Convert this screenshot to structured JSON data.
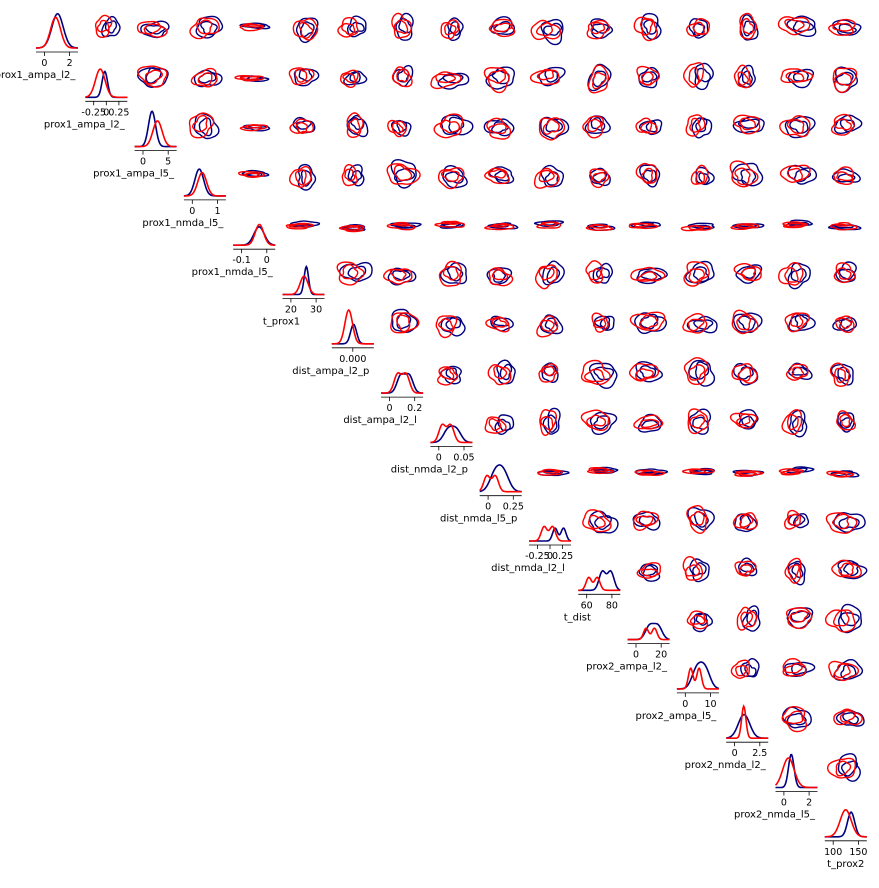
{
  "chart_data": {
    "type": "pairplot",
    "series": [
      {
        "name": "",
        "color": "#00007f"
      },
      {
        "name": "",
        "color": "#ff0000"
      }
    ],
    "parameters": [
      {
        "label": "prox1_ampa_l2_",
        "ticks": [
          "0",
          "2"
        ]
      },
      {
        "label": "prox1_ampa_l2_",
        "ticks": [
          "-0.25",
          "0",
          "0.25"
        ]
      },
      {
        "label": "prox1_ampa_l5_",
        "ticks": [
          "0",
          "5"
        ]
      },
      {
        "label": "prox1_nmda_l5_",
        "ticks": [
          "0",
          "1"
        ]
      },
      {
        "label": "prox1_nmda_l5_",
        "ticks": [
          "-0.1",
          "0"
        ]
      },
      {
        "label": "t_prox1",
        "ticks": [
          "20",
          "30"
        ]
      },
      {
        "label": "dist_ampa_l2_p",
        "ticks": [
          "0.000"
        ]
      },
      {
        "label": "dist_ampa_l2_l",
        "ticks": [
          "0",
          "0.2"
        ]
      },
      {
        "label": "dist_nmda_l2_p",
        "ticks": [
          "0",
          "0.05"
        ]
      },
      {
        "label": "dist_nmda_l5_p",
        "ticks": [
          "0",
          "0.25"
        ]
      },
      {
        "label": "dist_nmda_l2_l",
        "ticks": [
          "-0.25",
          "0",
          "0.25"
        ]
      },
      {
        "label": "t_dist",
        "ticks": [
          "60",
          "80"
        ]
      },
      {
        "label": "prox2_ampa_l2_",
        "ticks": [
          "0",
          "20"
        ]
      },
      {
        "label": "prox2_ampa_l5_",
        "ticks": [
          "0",
          "10"
        ]
      },
      {
        "label": "prox2_nmda_l2_",
        "ticks": [
          "0",
          "2.5"
        ]
      },
      {
        "label": "prox2_nmda_l5_",
        "ticks": [
          "0",
          "2"
        ]
      },
      {
        "label": "t_prox2",
        "ticks": [
          "100",
          "150"
        ]
      }
    ]
  }
}
